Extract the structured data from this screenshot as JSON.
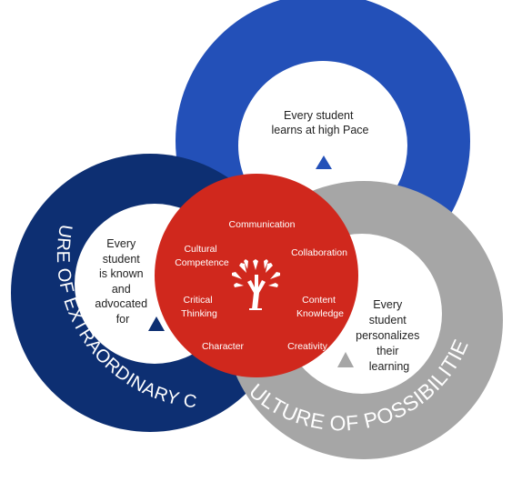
{
  "colors": {
    "excellence": "#2350b8",
    "care": "#0d2f72",
    "possibilities": "#a6a6a6",
    "core": "#d0281d"
  },
  "rings": {
    "excellence": {
      "title": "CULTURE OF EXCELLENCE",
      "statement": [
        "Every student",
        "learns at high Pace"
      ],
      "marker": "triangle-icon"
    },
    "care": {
      "title": "CULTURE OF EXTRAORDINARY CARE",
      "statement": [
        "Every",
        "student",
        "is known",
        "and",
        "advocated",
        "for"
      ],
      "marker": "triangle-icon"
    },
    "possibilities": {
      "title": "CULTURE OF POSSIBILITIES",
      "statement": [
        "Every",
        "student",
        "personalizes",
        "their",
        "learning"
      ],
      "marker": "triangle-icon"
    }
  },
  "core": {
    "icon": "tree-of-hands-icon",
    "skills": {
      "communication": [
        "Communication"
      ],
      "collaboration": [
        "Collaboration"
      ],
      "cultural_competence": [
        "Cultural",
        "Competence"
      ],
      "critical_thinking": [
        "Critical",
        "Thinking"
      ],
      "content_knowledge": [
        "Content",
        "Knowledge"
      ],
      "character": [
        "Character"
      ],
      "creativity": [
        "Creativity"
      ]
    }
  }
}
